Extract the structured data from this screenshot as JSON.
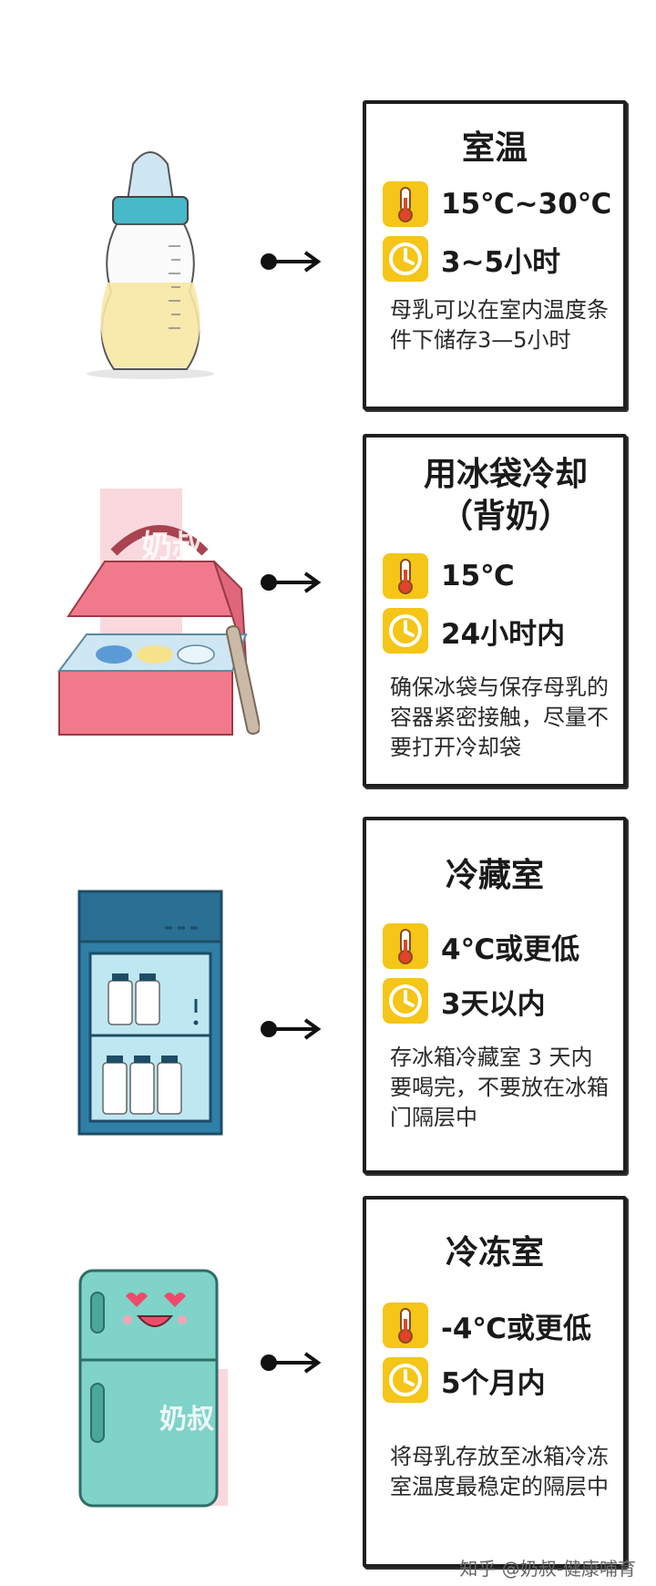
{
  "sections": [
    {
      "title": "室温",
      "temperature": "15℃~30℃",
      "duration": "3~5小时",
      "description": "母乳可以在室内温度条件下储存3—5小时"
    },
    {
      "title": "用冰袋冷却（背奶）",
      "temperature": "15℃",
      "duration": "24小时内",
      "description": "确保冰袋与保存母乳的容器紧密接触，尽量不要打开冷却袋"
    },
    {
      "title": "冷藏室",
      "temperature": "4℃或更低",
      "duration": "3天以内",
      "description": "存冰箱冷藏室 3 天内要喝完，不要放在冰箱门隔层中"
    },
    {
      "title": "冷冻室",
      "temperature": "-4℃或更低",
      "duration": "5个月内",
      "description": "将母乳存放至冰箱冷冻室温度最稳定的隔层中"
    }
  ],
  "watermark": {
    "stamp": "奶叔",
    "footer": "知乎 @奶叔-健康哺育"
  },
  "icons": [
    "baby-bottle-icon",
    "cooler-bag-icon",
    "refrigerator-icon",
    "freezer-icon",
    "thermometer-icon",
    "clock-icon",
    "arrow-right-icon"
  ],
  "colors": {
    "icon_bg": "#F5C518",
    "border": "#1f1f1f",
    "bag_pink": "#F07A8C",
    "fridge_blue": "#2F7FA8",
    "freezer_teal": "#7FD3C8"
  }
}
